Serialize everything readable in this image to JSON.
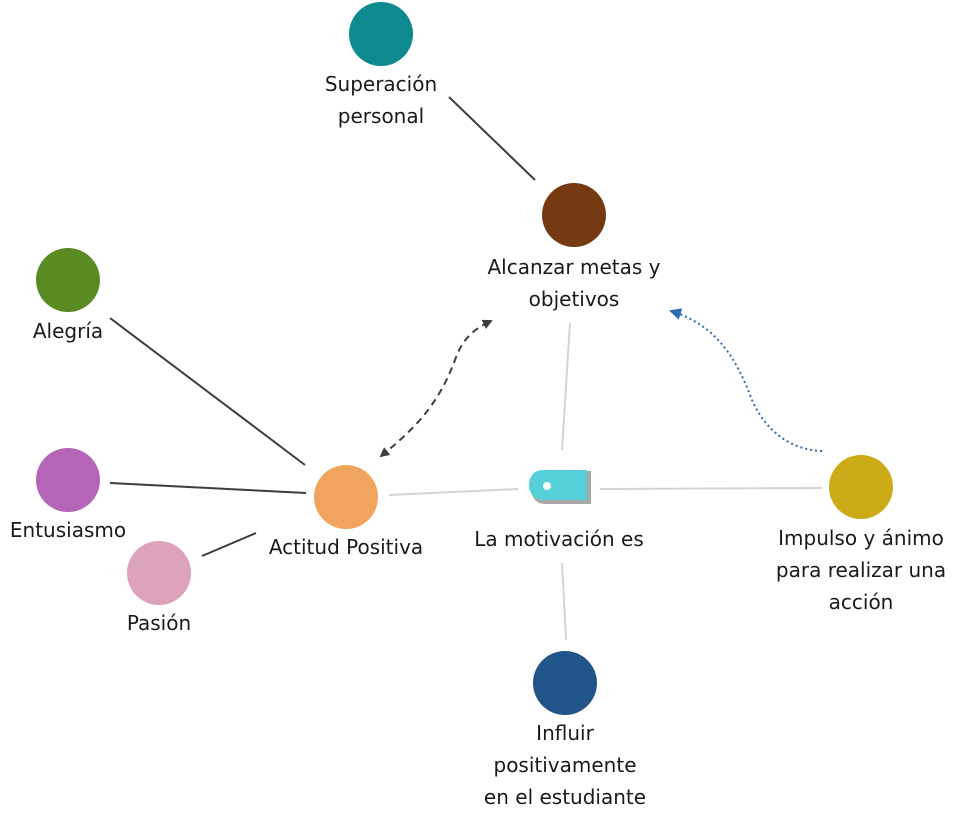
{
  "colors": {
    "background": "#ffffff",
    "line_dark": "#3d3d3d",
    "line_light": "#d4d4d4",
    "arrow_blue": "#2b6cb0",
    "tag_teal": "#56d0d8",
    "tag_shadow": "#a8a8a8"
  },
  "diagram": {
    "center": {
      "label": "La motivación es",
      "icon": "tag-icon"
    },
    "nodes": {
      "superacion": {
        "lines": [
          "Superación",
          "personal"
        ],
        "color": "#0d8a8f"
      },
      "metas": {
        "lines": [
          "Alcanzar metas y",
          "objetivos"
        ],
        "color": "#763a12"
      },
      "alegria": {
        "lines": [
          "Alegría"
        ],
        "color": "#5a8a22"
      },
      "entusiasmo": {
        "lines": [
          "Entusiasmo"
        ],
        "color": "#b565b8"
      },
      "pasion": {
        "lines": [
          "Pasión"
        ],
        "color": "#dda2bc"
      },
      "actitud": {
        "lines": [
          "Actitud Positiva"
        ],
        "color": "#f0a45e"
      },
      "impulso": {
        "lines": [
          "Impulso y ánimo",
          "para realizar una",
          "acción"
        ],
        "color": "#ccab18"
      },
      "influir": {
        "lines": [
          "Influir",
          "positivamente",
          "en el estudiante"
        ],
        "color": "#215589"
      }
    }
  }
}
